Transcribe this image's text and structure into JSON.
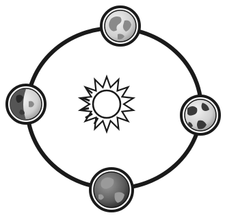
{
  "diagram": {
    "center": {
      "icon": "sun-icon"
    },
    "orbit": {
      "icon": "orbit-ring"
    },
    "earth_positions": [
      {
        "id": "top",
        "icon": "earth-globe-icon",
        "lit": "light"
      },
      {
        "id": "right",
        "icon": "earth-globe-icon",
        "lit": "light"
      },
      {
        "id": "bottom",
        "icon": "earth-globe-icon",
        "lit": "dark"
      },
      {
        "id": "left",
        "icon": "earth-globe-icon",
        "lit": "partial"
      }
    ]
  },
  "colors": {
    "ink": "#1a1a1a",
    "ocean_light": "#d8d8d8",
    "ocean_dark": "#555555",
    "land": "#8a8a8a",
    "land_dark": "#3a3a3a",
    "paper": "#ffffff"
  }
}
